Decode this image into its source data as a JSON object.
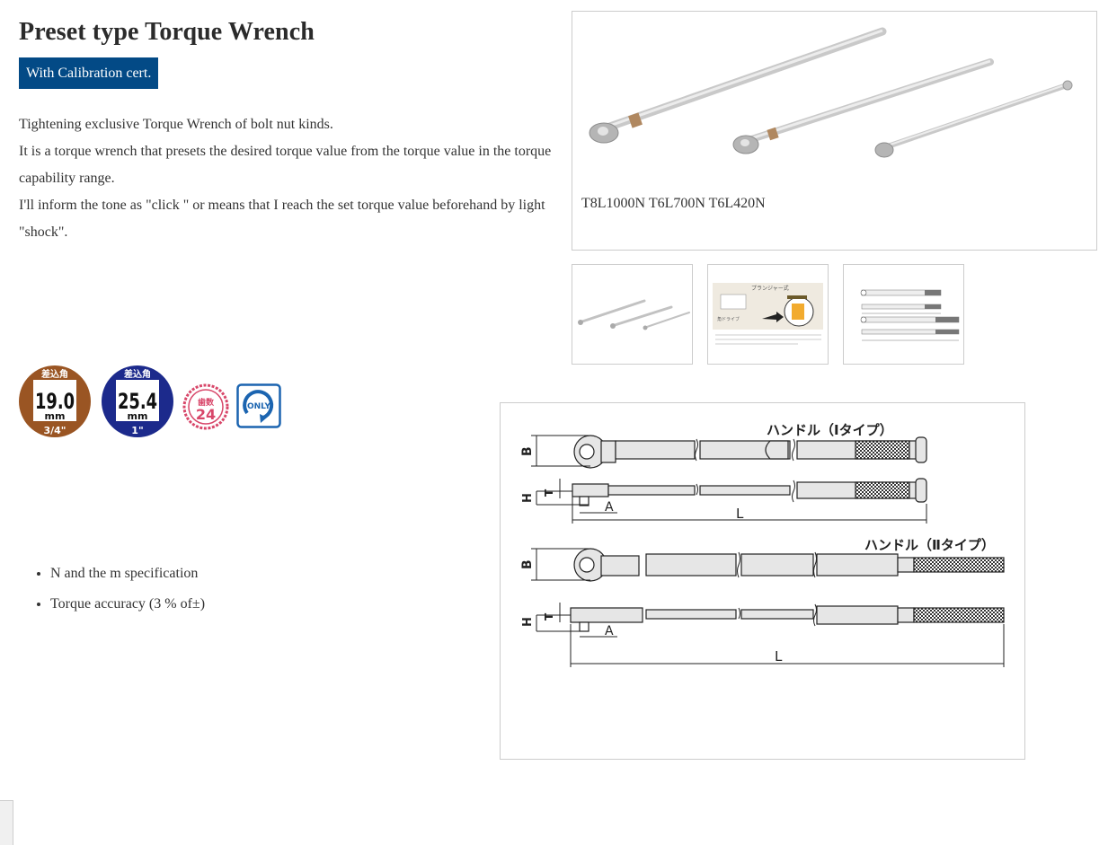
{
  "product": {
    "title": "Preset type Torque Wrench",
    "badge": "With Calibration cert.",
    "badge_color": "#034a86",
    "description": [
      "Tightening exclusive Torque Wrench of bolt nut kinds.",
      "It is a torque wrench that presets the desired torque value from the torque value in the torque capability range.",
      "I'll inform the tone as \"click \" or means that I reach the set torque value beforehand by light \"shock\"."
    ]
  },
  "gallery": {
    "main_caption": "T8L1000N T6L700N T6L420N",
    "thumbnails": [
      {
        "name": "thumb-wrenches-photo"
      },
      {
        "name": "thumb-plunger-type-diagram",
        "text": "プランジャー式"
      },
      {
        "name": "thumb-dimension-drawing"
      }
    ]
  },
  "feature_icons": [
    {
      "label_top": "差込角",
      "value": "19.0",
      "unit": "mm",
      "inch": "3/4\"",
      "color": "#9a5523"
    },
    {
      "label_top": "差込角",
      "value": "25.4",
      "unit": "mm",
      "inch": "1\"",
      "color": "#1c2a8c"
    },
    {
      "label_top": "歯数",
      "value": "24",
      "color": "#d8476a"
    },
    {
      "label": "ONLY",
      "color": "#1b64b0"
    }
  ],
  "features": [
    "N and the m specification",
    "Torque accuracy (3 % of±)"
  ],
  "diagram": {
    "type1_label": "ハンドル（Ⅰタイプ）",
    "type2_label": "ハンドル（Ⅱタイプ）",
    "dim_B": "B",
    "dim_H": "H",
    "dim_T": "T",
    "dim_A": "A",
    "dim_L": "L"
  }
}
